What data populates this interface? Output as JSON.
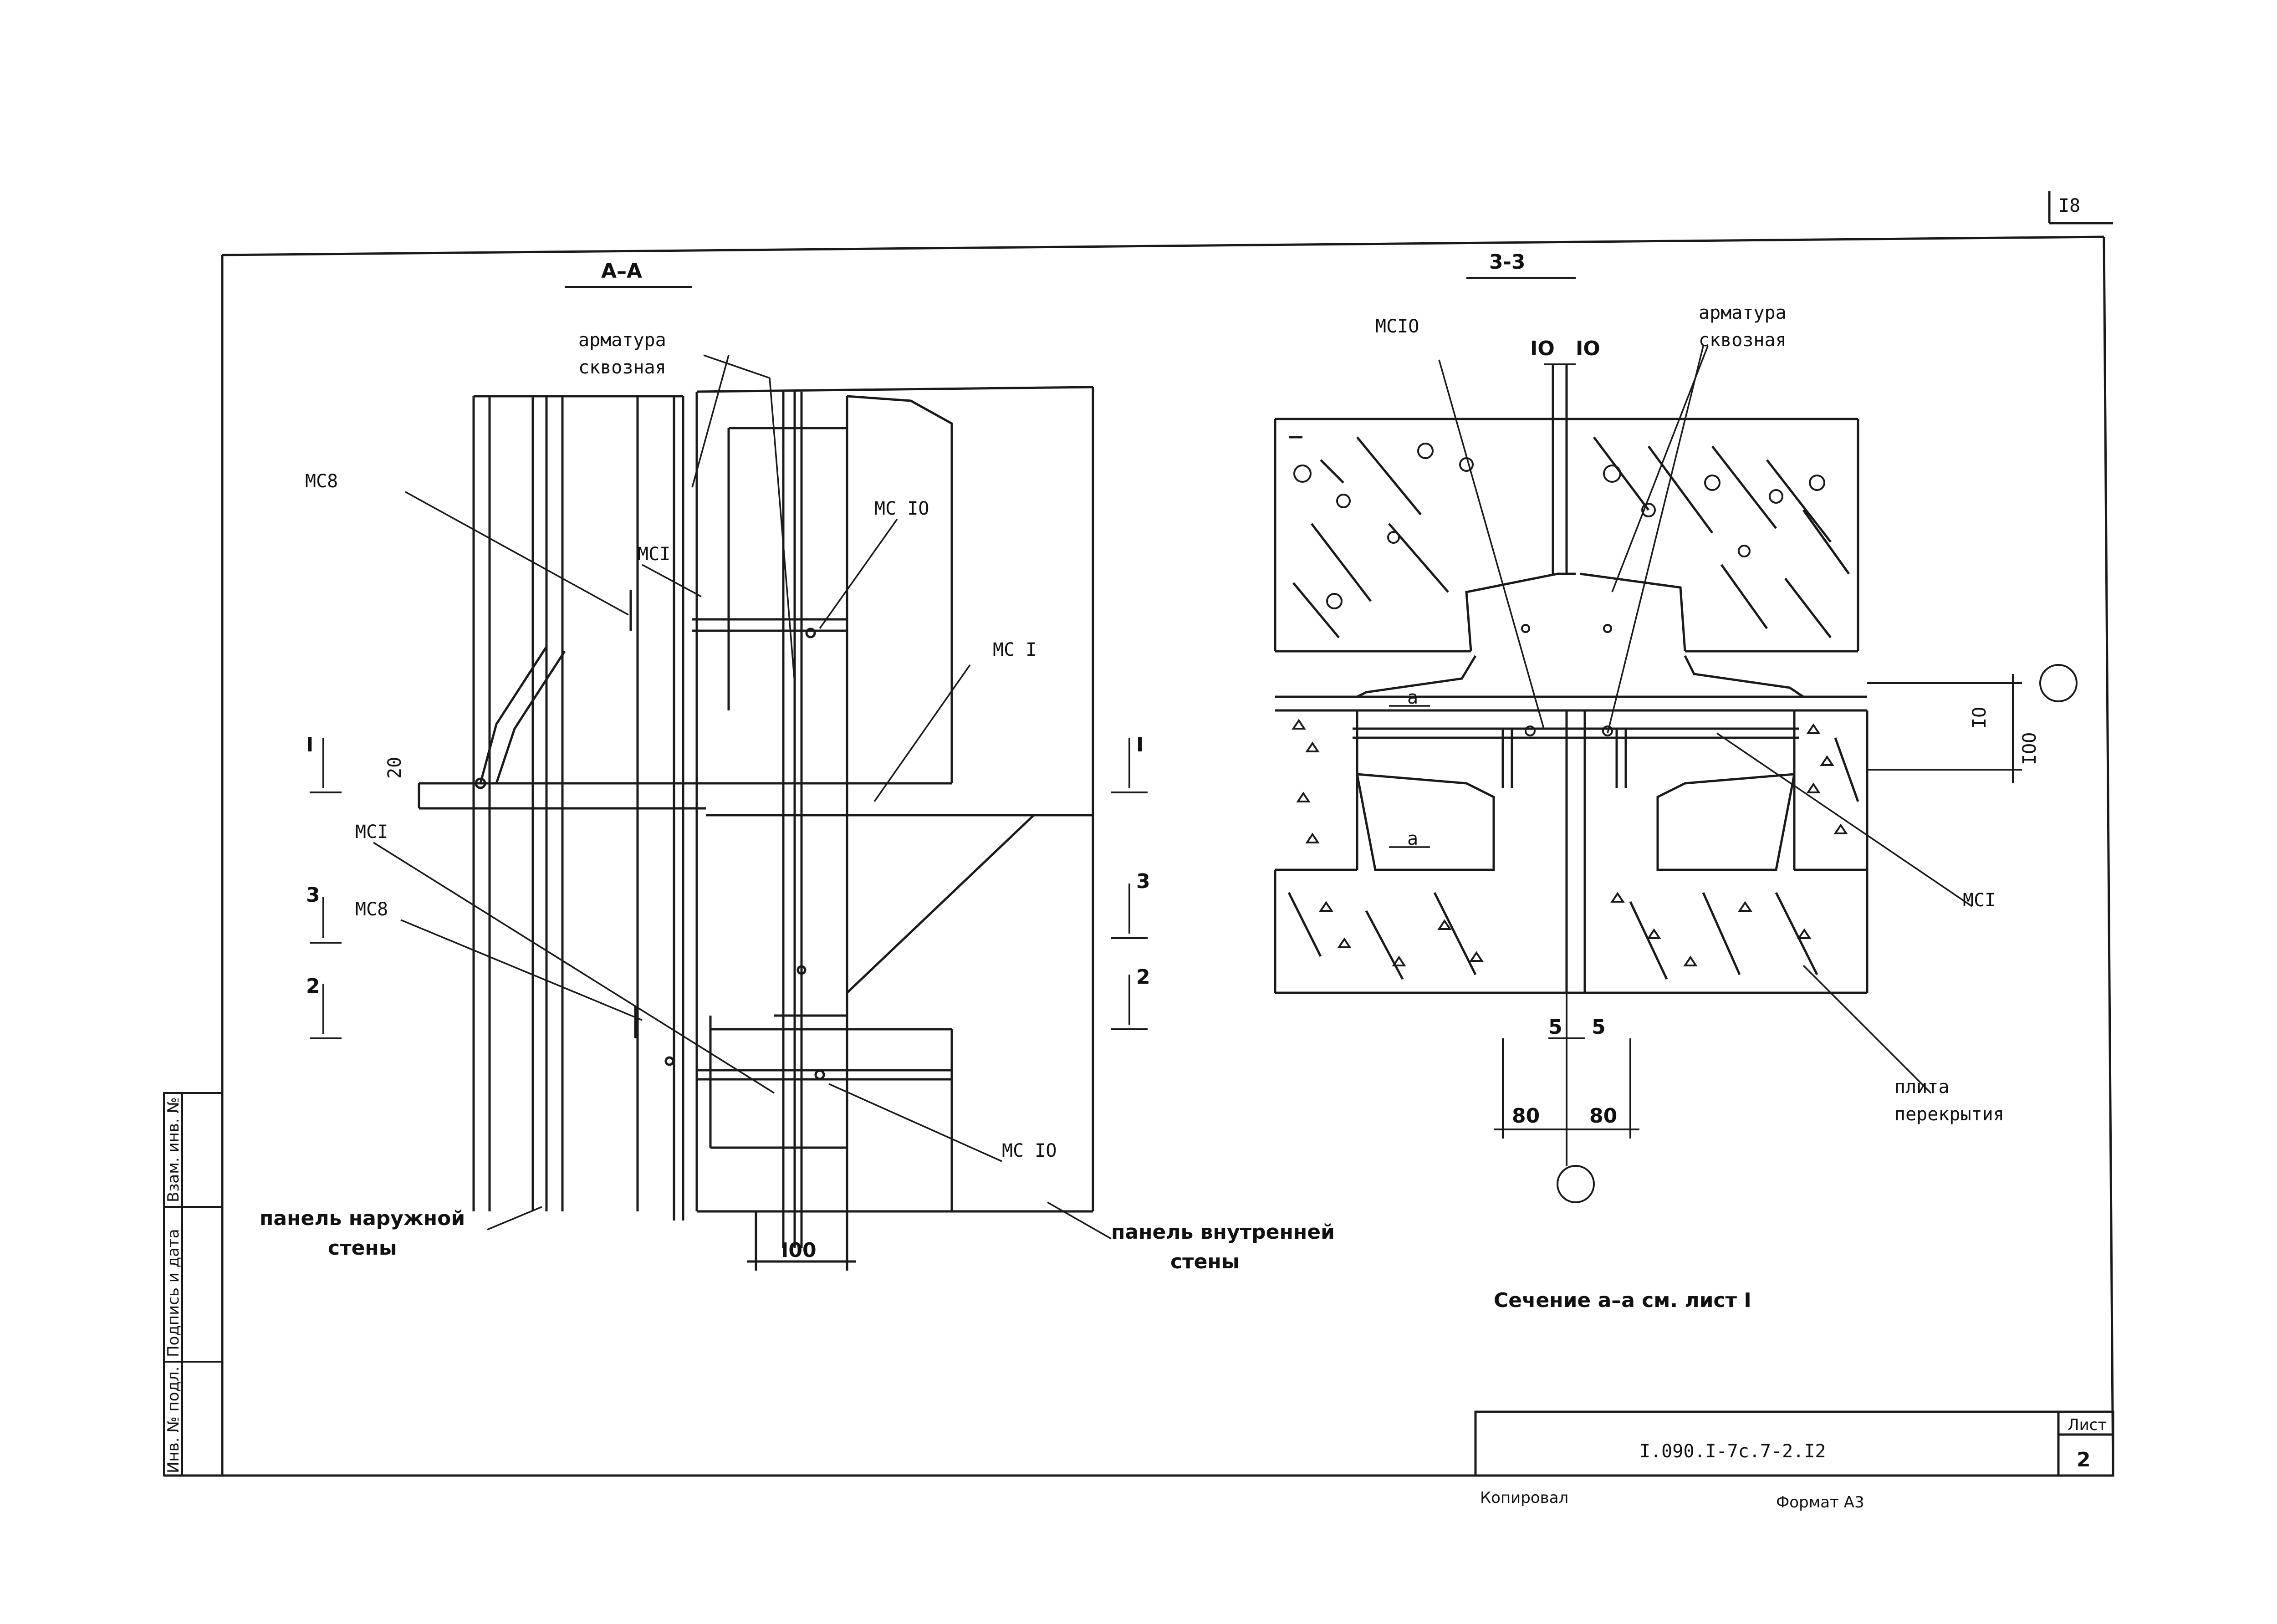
{
  "sheet_number_top": "I8",
  "section_left": {
    "title": "А–А",
    "labels": {
      "armatura_1": "арматура",
      "armatura_2": "сквозная",
      "mc8_top": "МС8",
      "mc1_top": "МСI",
      "mc10_top": "МС IO",
      "mc1_right": "МС I",
      "mc1_bottom": "МСI",
      "mc8_bottom": "МС8",
      "mc10_bottom": "МС IO",
      "dim_20": "20",
      "dim_100": "I00",
      "cut_1_left": "I",
      "cut_1_right": "I",
      "cut_3_left": "3",
      "cut_3_right": "3",
      "cut_2_left": "2",
      "cut_2_right": "2",
      "outer_panel_1": "панель наружной",
      "outer_panel_2": "стены",
      "inner_panel_1": "панель внутренней",
      "inner_panel_2": "стены"
    }
  },
  "section_right": {
    "title": "3-3",
    "labels": {
      "mc10": "МСIO",
      "dim_10a": "IO",
      "dim_10b": "IO",
      "armatura_1": "арматура",
      "armatura_2": "сквозная",
      "dim_10_side": "IO",
      "dim_100_side": "IOO",
      "a_upper": "а",
      "a_lower": "а",
      "mc1": "МСI",
      "dim_5a": "5",
      "dim_5b": "5",
      "dim_80a": "80",
      "dim_80b": "80",
      "slab_1": "плита",
      "slab_2": "перекрытия"
    }
  },
  "note": "Сечение а–а см. лист I",
  "title_block": {
    "code": "I.090.I-7с.7-2.I2",
    "sheet_label": "Лист",
    "sheet_value": "2",
    "copied": "Копировал",
    "format": "Формат А3",
    "side_1": "Инв. № подл.",
    "side_2": "Подпись и дата",
    "side_3": "Взам. инв. №"
  }
}
